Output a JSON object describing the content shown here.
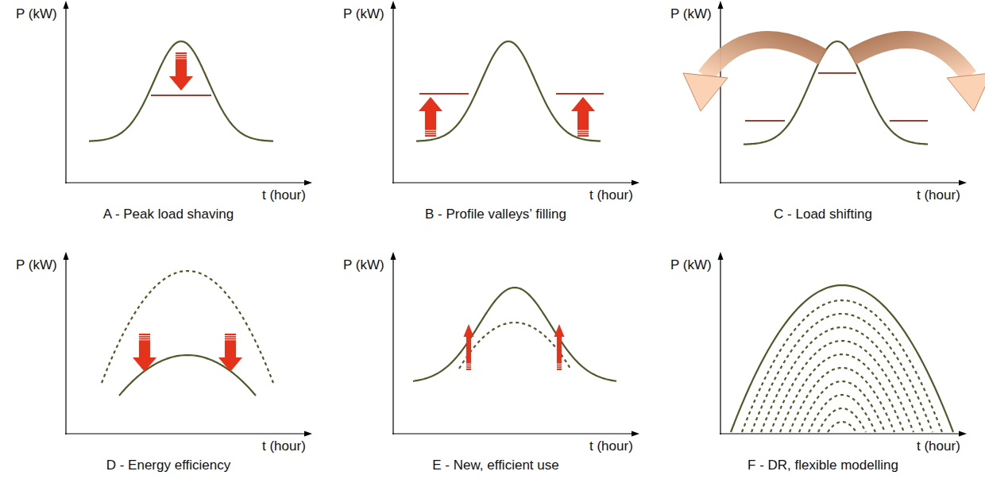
{
  "diagram": {
    "labels": [
      "P (kW)",
      "t (hour)",
      "A - Peak load shaving",
      "P (kW)",
      "t (hour)",
      "B - Profile valleys’ filling",
      "P (kW)",
      "t (hour)",
      "C - Load shifting",
      "P (kW)",
      "t (hour)",
      "D - Energy efficiency",
      "P (kW)",
      "t (hour)",
      "E - New, efficient use",
      "P (kW)",
      "t (hour)",
      "F - DR, flexible modelling"
    ]
  }
}
